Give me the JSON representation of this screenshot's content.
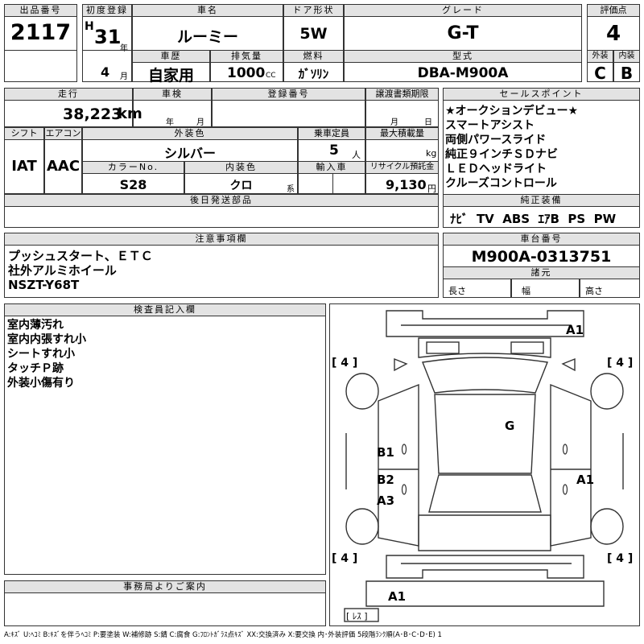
{
  "header_labels": {
    "lot_no": "出品番号",
    "first_reg": "初度登録",
    "car_name": "車名",
    "door": "ドア形状",
    "grade": "グレード",
    "score": "評価点",
    "shaken_kind": "車歴",
    "displacement": "排気量",
    "fuel": "燃料",
    "model": "型式",
    "exterior": "外装",
    "interior": "内装",
    "mileage": "走行",
    "inspection": "車検",
    "reg_no": "登録番号",
    "transfer": "譲渡書類期限",
    "shift": "シフト",
    "aircon": "エアコン",
    "ext_color": "外装色",
    "capacity": "乗車定員",
    "max_load": "最大積載量",
    "color_no": "カラーNo.",
    "int_color": "内装色",
    "import": "輸入車",
    "recycle": "リサイクル預託金",
    "later_parts": "後日発送部品",
    "notes": "注意事項欄",
    "sales_points": "セールスポイント",
    "equipment": "純正装備",
    "chassis": "車台番号",
    "specs": "諸元",
    "inspector": "検査員記入欄",
    "office": "事務局よりご案内"
  },
  "vehicle": {
    "lot_no": "2117",
    "era": "H",
    "year": "31",
    "year_unit": "年",
    "month": "4",
    "month_unit": "月",
    "car_name": "ルーミー",
    "door": "5W",
    "grade": "G-T",
    "score": "4",
    "history": "自家用",
    "displacement": "1000",
    "cc": "CC",
    "fuel": "ｶﾞｿﾘﾝ",
    "model": "DBA-M900A",
    "exterior_grade": "C",
    "interior_grade": "B",
    "mileage": "38,223",
    "km": "km",
    "insp_year": "年",
    "insp_month": "月",
    "transfer_month": "月",
    "transfer_day": "日",
    "shift": "IAT",
    "aircon": "AAC",
    "ext_color": "シルバー",
    "capacity": "5",
    "capacity_unit": "人",
    "load_unit": "kg",
    "color_no": "S28",
    "int_color": "クロ",
    "int_suffix": "系",
    "recycle": "9,130",
    "yen": "円"
  },
  "sales_points": [
    "★オークションデビュー★",
    "スマートアシスト",
    "両側パワースライド",
    "純正９インチＳＤナビ",
    "ＬＥＤヘッドライト",
    "クルーズコントロール"
  ],
  "equipment": "ﾅﾋﾞ  TV  ABS  ｴｱB  PS  PW",
  "notes": [
    "プッシュスタート、ＥＴＣ",
    "社外アルミホイール",
    "NSZT-Y68T"
  ],
  "chassis_no": "M900A-0313751",
  "specs": {
    "length": "長さ",
    "width": "幅",
    "height": "高さ"
  },
  "inspector_notes": [
    "室内薄汚れ",
    "室内内張すれ小",
    "シートすれ小",
    "タッチＰ跡",
    "外装小傷有り"
  ],
  "diagram": {
    "tire_tl": "[ 4 ]",
    "tire_tr": "[ 4 ]",
    "tire_bl": "[ 4 ]",
    "tire_br": "[ 4 ]",
    "front_mark": "A1",
    "roof_mark": "G",
    "left_front_door": "B1",
    "left_rear_door": "B2",
    "left_rear_quarter": "A3",
    "right_rear_door": "A1",
    "rear_bumper": "A1",
    "spare": "[ ﾚｽ ]"
  },
  "legend": "A:ｷｽﾞ U:ﾍｺﾐ B:ｷｽﾞを伴うﾍｺﾐ P:要塗装 W:補修跡 S:錆 C:腐食 G:ﾌﾛﾝﾄｶﾞﾗｽ点ｷｽﾞ XX:交換済み X:要交換 内･外装評価 5段階ﾗﾝｸ順(A･B･C･D･E) 1"
}
